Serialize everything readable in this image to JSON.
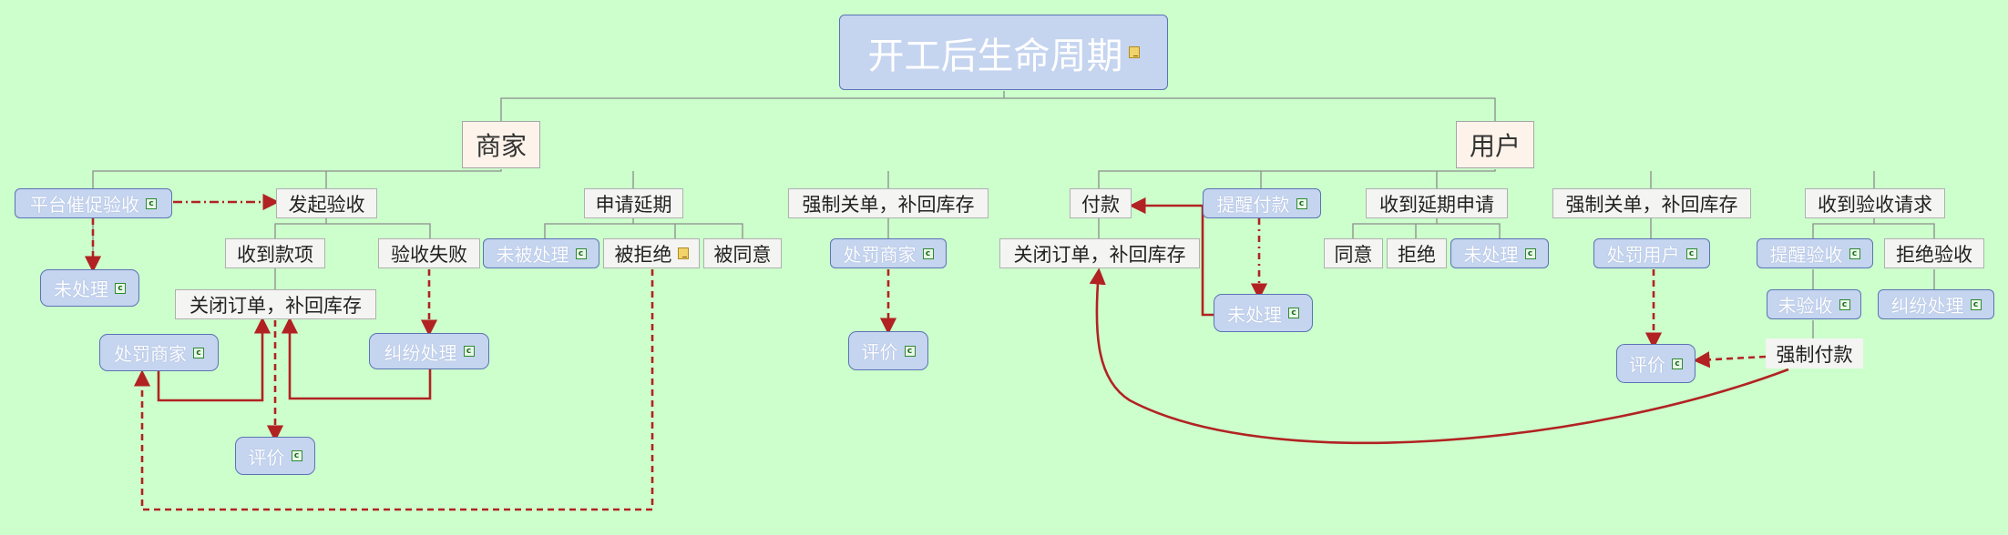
{
  "diagram": {
    "root": "开工后生命周期",
    "merchant": {
      "label": "商家",
      "urge_acceptance": "平台催促验收",
      "unprocessed_1": "未处理",
      "initiate_acceptance": "发起验收",
      "payment_received": "收到款项",
      "acceptance_failed": "验收失败",
      "close_order_1": "关闭订单，补回库存",
      "penalize_merchant_1": "处罚商家",
      "dispute_1": "纠纷处理",
      "review_1": "评价",
      "extension_request": "申请延期",
      "not_processed": "未被处理",
      "rejected": "被拒绝",
      "agreed": "被同意",
      "force_close_1": "强制关单，补回库存",
      "penalize_merchant_2": "处罚商家",
      "review_2": "评价"
    },
    "user": {
      "label": "用户",
      "payment": "付款",
      "remind_payment": "提醒付款",
      "close_order_2": "关闭订单，补回库存",
      "unprocessed_2": "未处理",
      "extension_received": "收到延期申请",
      "agree": "同意",
      "refuse": "拒绝",
      "unprocessed_3": "未处理",
      "force_close_2": "强制关单，补回库存",
      "penalize_user": "处罚用户",
      "review_3": "评价",
      "acceptance_received": "收到验收请求",
      "remind_acceptance": "提醒验收",
      "not_accepted": "未验收",
      "refuse_acceptance": "拒绝验收",
      "dispute_2": "纠纷处理",
      "force_payment": "强制付款"
    },
    "colors": {
      "background": "#ccffcc",
      "node_blue": "#c5d4ef",
      "node_border": "#5a74b4",
      "connector": "#8c8c8c",
      "arrow": "#b22222"
    }
  }
}
